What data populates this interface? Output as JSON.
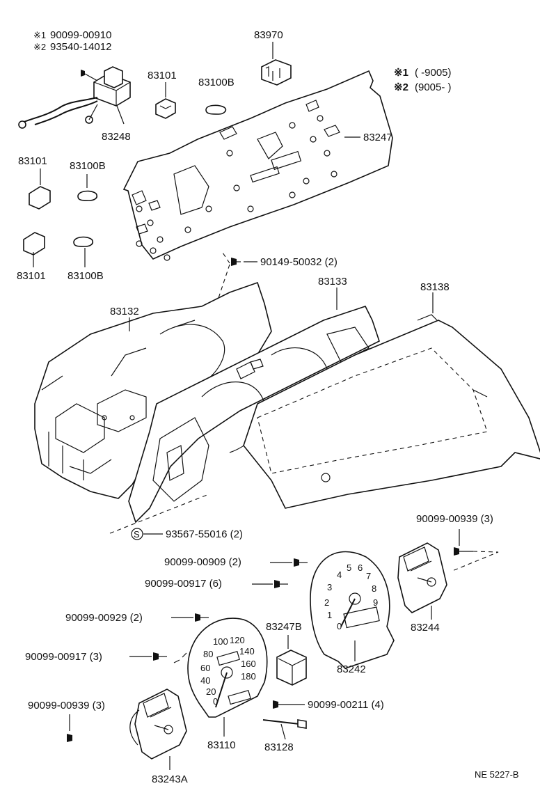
{
  "notes": {
    "note1_mark": "※1",
    "note1_part": "90099-00910",
    "note2_mark": "※2",
    "note2_part": "93540-14012",
    "range1_mark": "※1",
    "range1_text": "(       -9005)",
    "range2_mark": "※2",
    "range2_text": "(9005-         )"
  },
  "parts": {
    "p83970": "83970",
    "p83248": "83248",
    "p83101_a": "83101",
    "p83100B_a": "83100B",
    "p83101_b": "83101",
    "p83100B_b": "83100B",
    "p83101_c": "83101",
    "p83100B_c": "83100B",
    "p83247": "83247",
    "p90149": "90149-50032 (2)",
    "p83133": "83133",
    "p83138": "83138",
    "p83132": "83132",
    "p93567": "93567-55016 (2)",
    "p93567_mark": "S",
    "p90099_939_r": "90099-00939 (3)",
    "p90099_909": "90099-00909 (2)",
    "p90099_917_6": "90099-00917 (6)",
    "p83244": "83244",
    "p90099_929": "90099-00929 (2)",
    "p83247B": "83247B",
    "p90099_917_3": "90099-00917 (3)",
    "p83242": "83242",
    "p90099_211": "90099-00211 (4)",
    "p90099_939_l": "90099-00939 (3)",
    "p83110": "83110",
    "p83128": "83128",
    "p83243A": "83243A"
  },
  "gauges": {
    "tach_ticks": [
      "0",
      "1",
      "2",
      "3",
      "4",
      "5",
      "6",
      "7",
      "8",
      "9"
    ],
    "speedo_ticks": [
      "20",
      "40",
      "60",
      "80",
      "100",
      "120",
      "140",
      "160",
      "180"
    ],
    "zero": "0"
  },
  "footer": {
    "code": "NE 5227-B"
  }
}
